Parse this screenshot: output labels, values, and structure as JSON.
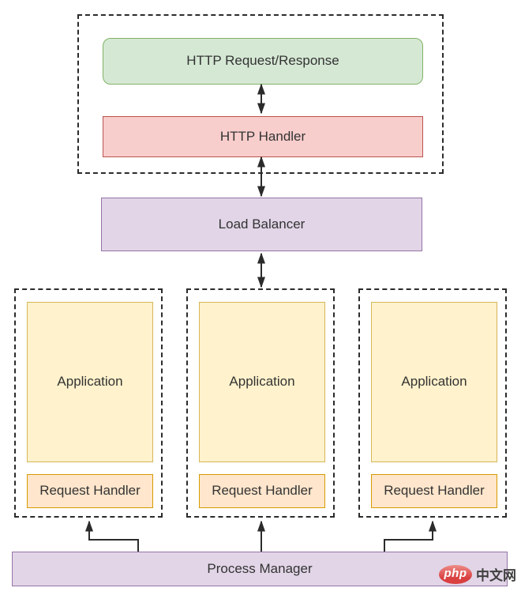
{
  "diagram": {
    "http_request_response": "HTTP Request/Response",
    "http_handler": "HTTP Handler",
    "load_balancer": "Load Balancer",
    "apps": [
      {
        "application": "Application",
        "request_handler": "Request Handler"
      },
      {
        "application": "Application",
        "request_handler": "Request Handler"
      },
      {
        "application": "Application",
        "request_handler": "Request Handler"
      }
    ],
    "process_manager": "Process Manager"
  },
  "watermark": {
    "logo": "php",
    "site": "中文网"
  },
  "colors": {
    "green_fill": "#d5e8d4",
    "green_border": "#82b366",
    "red_fill": "#f8cecc",
    "red_border": "#b85450",
    "purple_fill": "#e1d5e7",
    "purple_border": "#9673a6",
    "yellow_fill": "#fff2cc",
    "yellow_border": "#d6b656",
    "orange_fill": "#ffe6cc",
    "orange_border": "#d79b00",
    "line": "#2b2b2b",
    "text": "#333333",
    "watermark_red": "#d94040"
  }
}
